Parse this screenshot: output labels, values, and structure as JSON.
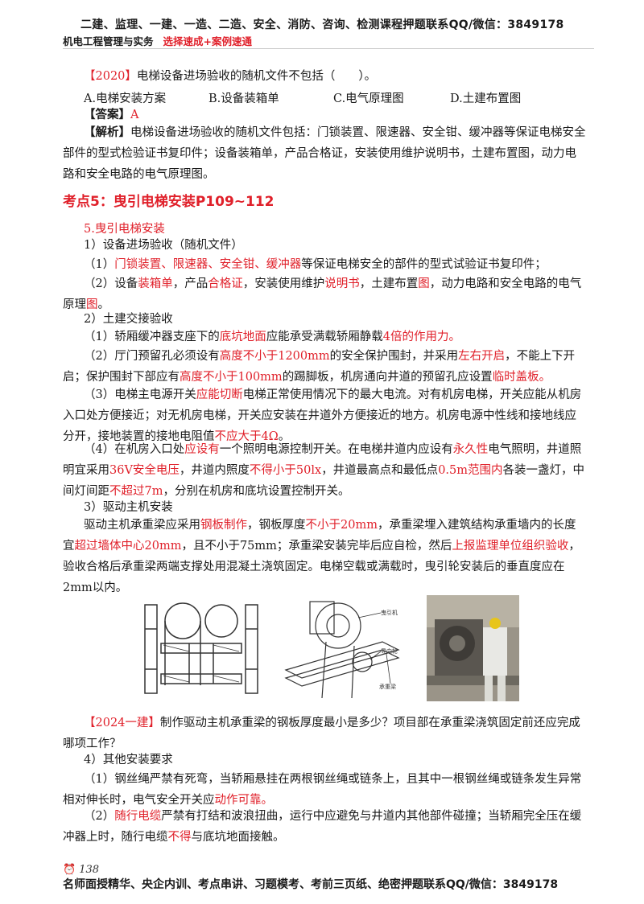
{
  "header": {
    "top_line": "二建、监理、一建、一造、二造、安全、消防、咨询、检测课程押题联系QQ/微信：3849178",
    "subject": "机电工程管理与实务",
    "highlight": "选择速成+案例速通"
  },
  "q2020": {
    "tag": "【2020】",
    "question": "电梯设备进场验收的随机文件不包括（　　）。",
    "options": [
      "A.电梯安装方案",
      "B.设备装箱单",
      "C.电气原理图",
      "D.土建布置图"
    ],
    "answer_label": "【答案】",
    "answer": "A",
    "analysis_label": "【解析】",
    "analysis": "电梯设备进场验收的随机文件包括：门锁装置、限速器、安全钳、缓冲器等保证电梯安全部件的型式检验证书复印件；设备装箱单，产品合格证，安装使用维护说明书，土建布置图，动力电路和安全电路的电气原理图。"
  },
  "kaodian": "考点5：曳引电梯安装P109~112",
  "section_title": "5.曳引电梯安装",
  "s1": {
    "title": "1）设备进场验收（随机文件）",
    "p1_a": "（1）",
    "p1_red": "门锁装置、限速器、安全钳、缓冲器",
    "p1_b": "等保证电梯安全的部件的型式试验证书复印件；",
    "p2_a": "（2）设备",
    "p2_r1": "装箱单",
    "p2_b": "，产品",
    "p2_r2": "合格证",
    "p2_c": "，安装使用维护",
    "p2_r3": "说明书",
    "p2_d": "，土建布置",
    "p2_r4": "图",
    "p2_e": "，动力电路和安全电路的电气原理",
    "p2_r5": "图",
    "p2_f": "。"
  },
  "s2": {
    "title": "2）土建交接验收",
    "p1_a": "（1）轿厢缓冲器支座下的",
    "p1_r1": "底坑地面",
    "p1_b": "应能承受满载轿厢静载",
    "p1_r2": "4倍的作用力。",
    "p2_a": "（2）厅门预留孔必须设有",
    "p2_r1": "高度不小于1200mm",
    "p2_b": "的安全保护围封，并采用",
    "p2_r2": "左右开启",
    "p2_c": "，不能上下开启；保护围封下部应有",
    "p2_r3": "高度不小于100mm",
    "p2_d": "的踢脚板，机房通向井道的预留孔应设置",
    "p2_r4": "临时盖板。",
    "p3_a": "（3）电梯主电源开关",
    "p3_r1": "应能切断",
    "p3_b": "电梯正常使用情况下的最大电流。对有机房电梯，开关应能从机房入口处方便接近；对无机房电梯，开关应安装在井道外方便接近的地方。机房电源中性线和接地线应分开，接地装置的接地电阻值",
    "p3_r2": "不应大于4Ω",
    "p3_c": "。",
    "p4_a": "（4）在机房入口处",
    "p4_r1": "应设有",
    "p4_b": "一个照明电源控制开关。在电梯井道内应设有",
    "p4_r2": "永久性",
    "p4_c": "电气照明，井道照明宜采用",
    "p4_r3": "36V安全电压",
    "p4_d": "，井道内照度",
    "p4_r4": "不得小于50lx",
    "p4_e": "，井道最高点和最低点",
    "p4_r5": "0.5m范围内",
    "p4_f": "各装一盏灯，中间灯间距",
    "p4_r6": "不超过7m",
    "p4_g": "，分别在机房和底坑设置控制开关。"
  },
  "s3": {
    "title": "3）驱动主机安装",
    "p1_a": "驱动主机承重梁应采用",
    "p1_r1": "钢板制作",
    "p1_b": "，钢板厚度",
    "p1_r2": "不小于20mm",
    "p1_c": "，承重梁埋入建筑结构承重墙内的长度宜",
    "p1_r3": "超过墙体中心20mm",
    "p1_d": "，且不小于75mm；承重梁安装完毕后应自检，然后",
    "p1_r4": "上报监理单位组织验收",
    "p1_e": "，验收合格后承重梁两端支撑处用混凝土浇筑固定。电梯空载或满载时，曳引轮安装后的垂直度应在2mm以内。"
  },
  "fig_labels": [
    "曳引机",
    "导向轮",
    "承重梁"
  ],
  "q2024": {
    "tag": "【2024一建】",
    "text": "制作驱动主机承重梁的钢板厚度最小是多少？项目部在承重梁浇筑固定前还应完成哪项工作？"
  },
  "s4": {
    "title": "4）其他安装要求",
    "p1_a": "（1）钢丝绳严禁有死弯，当轿厢悬挂在两根钢丝绳或链条上，且其中一根钢丝绳或链条发生异常相对伸长时，电气安全开关应",
    "p1_r1": "动作可靠。",
    "p2_a": "（2）",
    "p2_r1": "随行电缆",
    "p2_b": "严禁有打结和波浪扭曲，运行中应避免与井道内其他部件碰撞；当轿厢完全压在缓冲器上时，随行电缆",
    "p2_r2": "不得",
    "p2_c": "与底坑地面接触。"
  },
  "page_number": "138",
  "footer": "名师面授精华、央企内训、考点串讲、习题模考、考前三页纸、绝密押题联系QQ/微信：3849178",
  "colors": {
    "accent_red": "#e0202a"
  }
}
